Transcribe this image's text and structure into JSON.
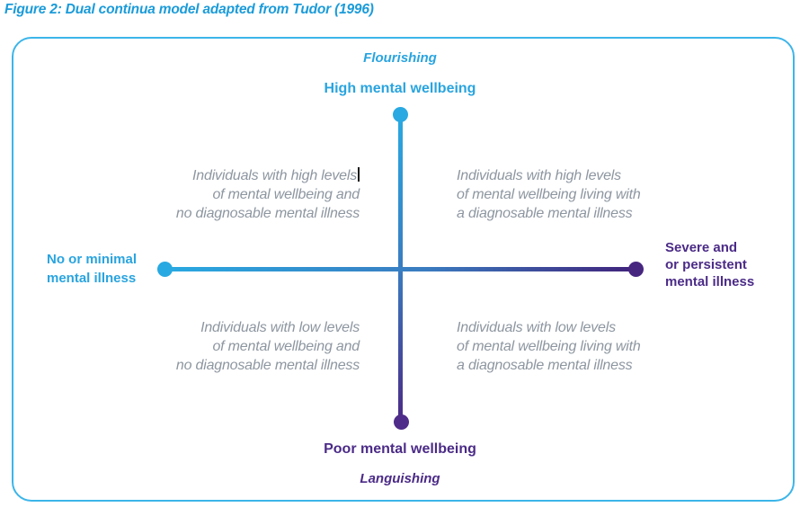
{
  "title": "Figure 2: Dual continua model adapted from Tudor (1996)",
  "colors": {
    "title_blue": "#1b9bd9",
    "axis_blue": "#29a9e1",
    "axis_purple": "#4b2a85",
    "frame_border_blue": "#3cb5e9",
    "quadrant_text_gray": "#8d96a0"
  },
  "diagram": {
    "vertical_axis": {
      "top_state": "Flourishing",
      "top_label": "High mental wellbeing",
      "bottom_label": "Poor mental wellbeing",
      "bottom_state": "Languishing"
    },
    "horizontal_axis": {
      "left_label_lines": [
        "No or minimal",
        "mental illness"
      ],
      "right_label_lines": [
        "Severe and",
        "or persistent",
        "mental illness"
      ]
    },
    "quadrants": {
      "top_left": [
        "Individuals with high levels",
        "of mental wellbeing and",
        "no diagnosable mental illness"
      ],
      "top_right": [
        "Individuals with high levels",
        "of mental wellbeing living with",
        "a diagnosable mental illness"
      ],
      "bottom_left": [
        "Individuals with low levels",
        "of mental wellbeing and",
        "no diagnosable mental illness"
      ],
      "bottom_right": [
        "Individuals with low levels",
        "of mental wellbeing living with",
        "a diagnosable mental illness"
      ]
    }
  }
}
